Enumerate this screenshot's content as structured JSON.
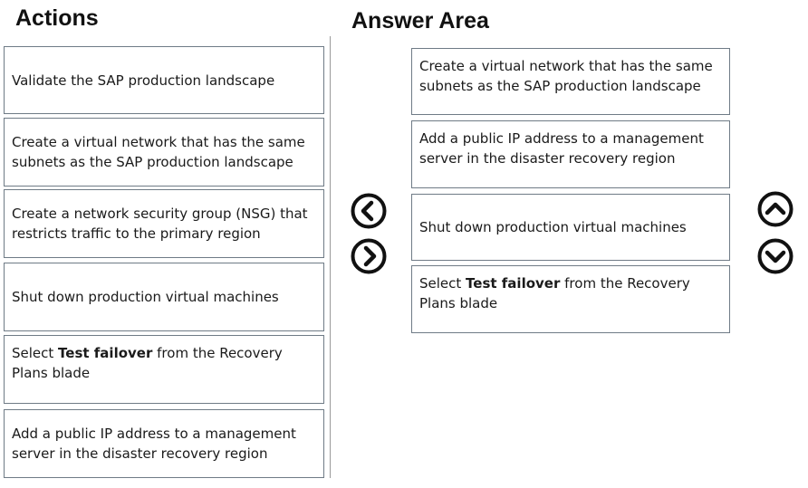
{
  "headings": {
    "actions": "Actions",
    "answer_area": "Answer Area"
  },
  "actions": [
    {
      "before": "Validate the SAP production landscape",
      "bold": "",
      "after": ""
    },
    {
      "before": "Create a virtual network that has the same subnets as the SAP production landscape",
      "bold": "",
      "after": ""
    },
    {
      "before": "Create a network security group (NSG) that restricts traffic to the primary region",
      "bold": "",
      "after": ""
    },
    {
      "before": "Shut down production virtual machines",
      "bold": "",
      "after": ""
    },
    {
      "before": "Select ",
      "bold": "Test failover",
      "after": " from the Recovery Plans blade"
    },
    {
      "before": "Add a public IP address to a management server in the disaster recovery region",
      "bold": "",
      "after": ""
    }
  ],
  "answer_area": [
    {
      "before": "Create a virtual network that has the same subnets as the SAP production landscape",
      "bold": "",
      "after": ""
    },
    {
      "before": "Add a public IP address to a management server in the disaster recovery region",
      "bold": "",
      "after": ""
    },
    {
      "before": "Shut down production virtual machines",
      "bold": "",
      "after": ""
    },
    {
      "before": "Select ",
      "bold": "Test failover",
      "after": " from the Recovery Plans blade"
    }
  ],
  "icons": {
    "move_left": "chevron-left-circle-icon",
    "move_right": "chevron-right-circle-icon",
    "move_up": "chevron-up-circle-icon",
    "move_down": "chevron-down-circle-icon"
  },
  "colors": {
    "box_border": "#6f7b86",
    "text": "#1a1a1a",
    "icon": "#111111",
    "divider": "#9a9a9a"
  }
}
